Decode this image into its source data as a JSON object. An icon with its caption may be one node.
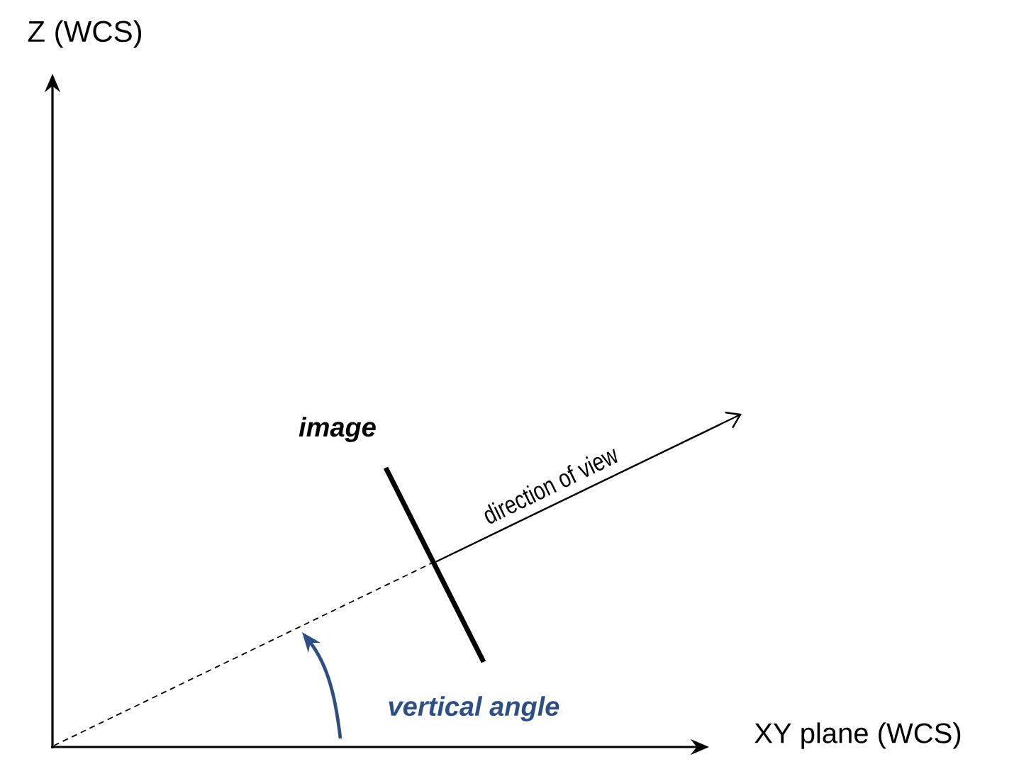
{
  "diagram": {
    "labels": [
      "Z (WCS)",
      "image",
      "direction of view",
      "vertical angle",
      "XY plane  (WCS)"
    ]
  }
}
